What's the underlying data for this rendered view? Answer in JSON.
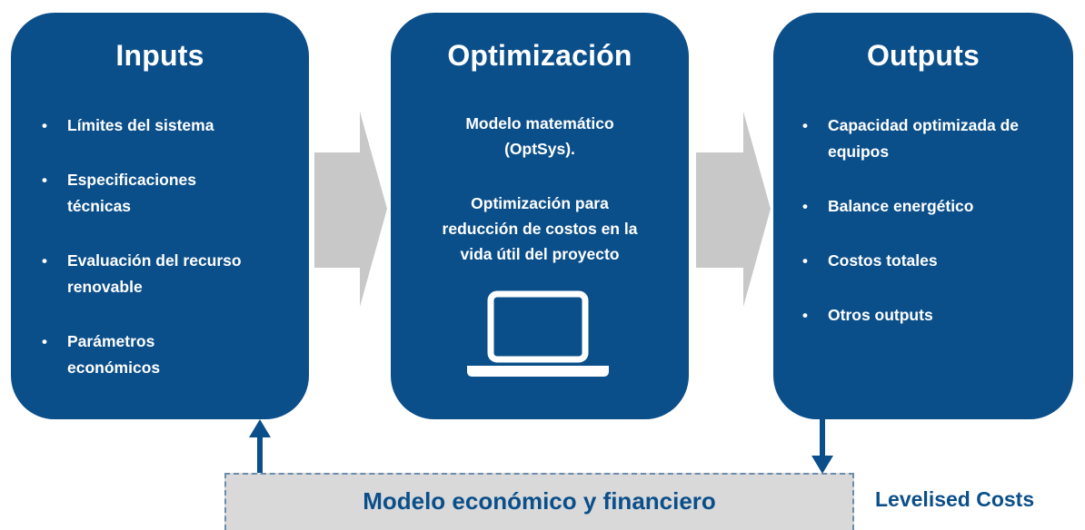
{
  "colors": {
    "box": "#0b4f8a",
    "arrow": "#c8c8c8",
    "bar": "#d9d9d9",
    "text_dark": "#0b4f8a"
  },
  "inputs": {
    "title": "Inputs",
    "items": [
      "Límites del sistema",
      "Especificaciones técnicas",
      "Evaluación del recurso renovable",
      "Parámetros económicos"
    ]
  },
  "optimization": {
    "title": "Optimización",
    "model_line1": "Modelo matemático",
    "model_line2": "(OptSys).",
    "desc_line1": "Optimización para",
    "desc_line2": "reducción de costos en la",
    "desc_line3": "vida útil del proyecto",
    "icon": "laptop-icon"
  },
  "outputs": {
    "title": "Outputs",
    "items": [
      "Capacidad optimizada de equipos",
      "Balance energético",
      "Costos totales",
      "Otros outputs"
    ]
  },
  "bottom": {
    "label": "Modelo económico y financiero",
    "side_label": "Levelised Costs"
  }
}
